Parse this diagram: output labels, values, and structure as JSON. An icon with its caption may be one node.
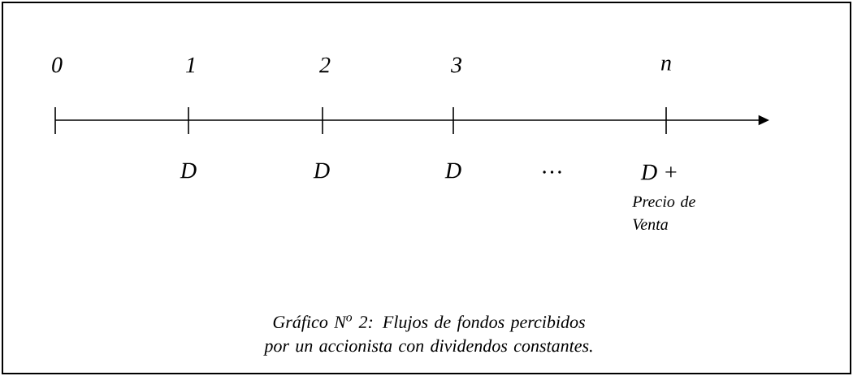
{
  "diagram": {
    "caption": "Gráfico N$^{o}$ 2: Flujos de fondos percibidos por un accionista con dividendos constantes.",
    "labels": [
      "0",
      "1",
      "2",
      "3",
      "n",
      "D",
      "D",
      "D",
      "…",
      "D +",
      "Precio de Venta"
    ]
  }
}
